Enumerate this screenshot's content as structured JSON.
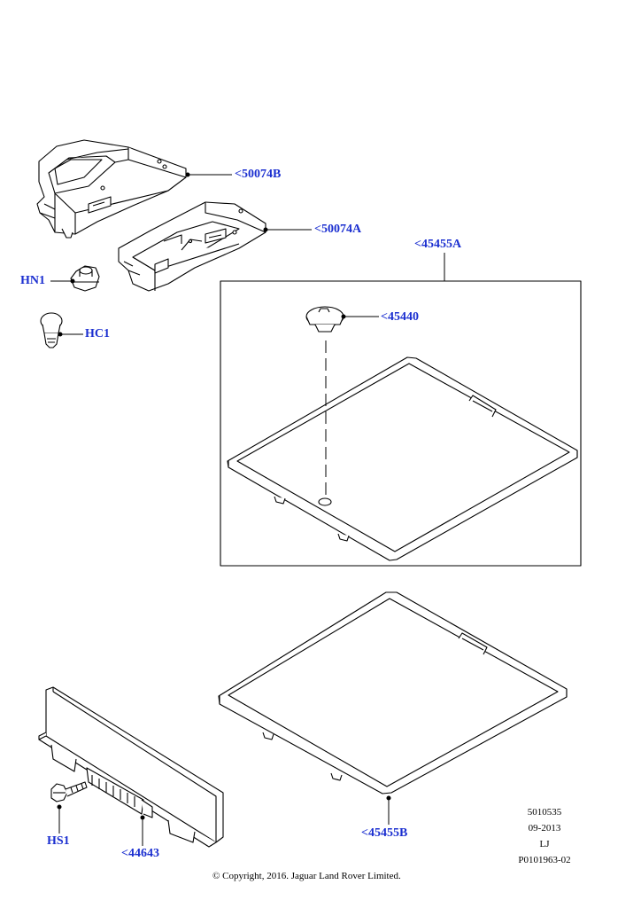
{
  "callouts": {
    "p50074b": "<50074B",
    "p50074a": "<50074A",
    "hn1": "HN1",
    "hc1": "HC1",
    "p45455a": "<45455A",
    "p45440": "<45440",
    "hs1": "HS1",
    "p44643": "<44643",
    "p45455b": "<45455B"
  },
  "meta": {
    "code1": "5010535",
    "date": "09-2013",
    "initials": "LJ",
    "ref": "P0101963-02"
  },
  "copyright": "© Copyright, 2016. Jaguar Land Rover Limited.",
  "colors": {
    "callout": "#1b2fd0",
    "line": "#000000"
  }
}
